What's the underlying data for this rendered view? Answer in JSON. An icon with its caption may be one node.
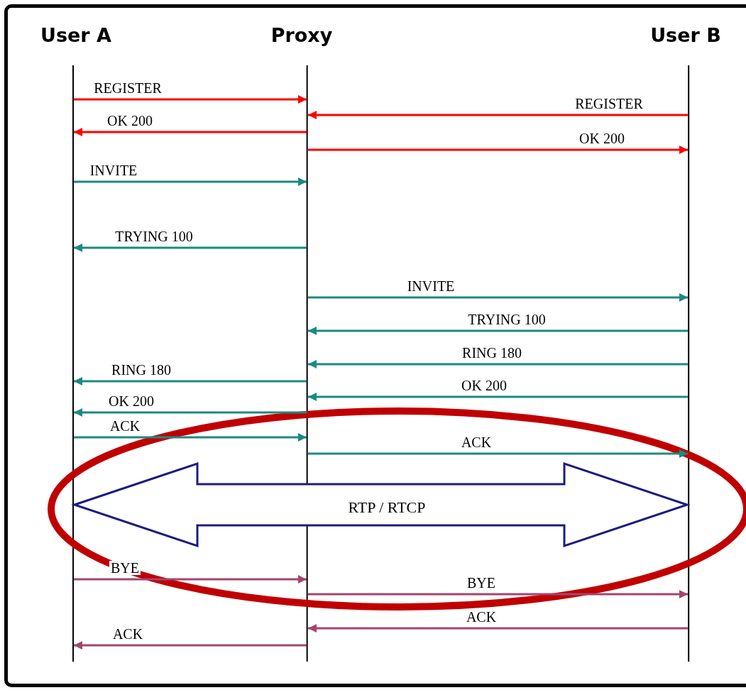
{
  "diagram": {
    "nodes": [
      {
        "text": [
          "User A"
        ]
      },
      {
        "text": [
          "Proxy"
        ]
      },
      {
        "text": [
          "User B"
        ]
      }
    ],
    "edges": [
      {
        "from": 0,
        "to": 1,
        "arrow": "to",
        "label": "REGISTER",
        "color": "#ff0000"
      },
      {
        "from": 2,
        "to": 1,
        "arrow": "to",
        "label": "REGISTER",
        "color": "#ff0000"
      },
      {
        "from": 1,
        "to": 0,
        "arrow": "to",
        "label": "OK 200",
        "color": "#ff0000"
      },
      {
        "from": 1,
        "to": 2,
        "arrow": "to",
        "label": "OK 200",
        "color": "#ff0000"
      },
      {
        "from": 0,
        "to": 1,
        "arrow": "to",
        "label": "INVITE"
      },
      {
        "from": 1,
        "to": 0,
        "arrow": "to",
        "label": "TRYING 100"
      },
      {
        "from": 1,
        "to": 2,
        "arrow": "to",
        "label": "INVITE"
      },
      {
        "from": 2,
        "to": 1,
        "arrow": "to",
        "label": "TRYING 100"
      },
      {
        "from": 2,
        "to": 1,
        "arrow": "to",
        "label": "RING 180"
      },
      {
        "from": 1,
        "to": 0,
        "arrow": "to",
        "label": "RING 180"
      },
      {
        "from": 2,
        "to": 1,
        "arrow": "to",
        "label": "OK 200"
      },
      {
        "from": 1,
        "to": 0,
        "arrow": "to",
        "label": "OK 200"
      },
      {
        "from": 0,
        "to": 1,
        "arrow": "to",
        "label": "ACK"
      },
      {
        "from": 1,
        "to": 2,
        "arrow": "to",
        "label": "ACK"
      },
      {
        "from": 0,
        "to": 2,
        "arrow": "both",
        "label": "RTP / RTCP",
        "style": "thick",
        "color": "#1c1c80"
      },
      {
        "from": 0,
        "to": 1,
        "arrow": "to",
        "label": "BYE",
        "color": "#a3456f"
      },
      {
        "from": 1,
        "to": 2,
        "arrow": "to",
        "label": "BYE",
        "color": "#a3456f"
      },
      {
        "from": 2,
        "to": 1,
        "arrow": "to",
        "label": "ACK",
        "color": "#a3456f"
      },
      {
        "from": 1,
        "to": 0,
        "arrow": "to",
        "label": "ACK",
        "color": "#a3456f"
      }
    ]
  }
}
